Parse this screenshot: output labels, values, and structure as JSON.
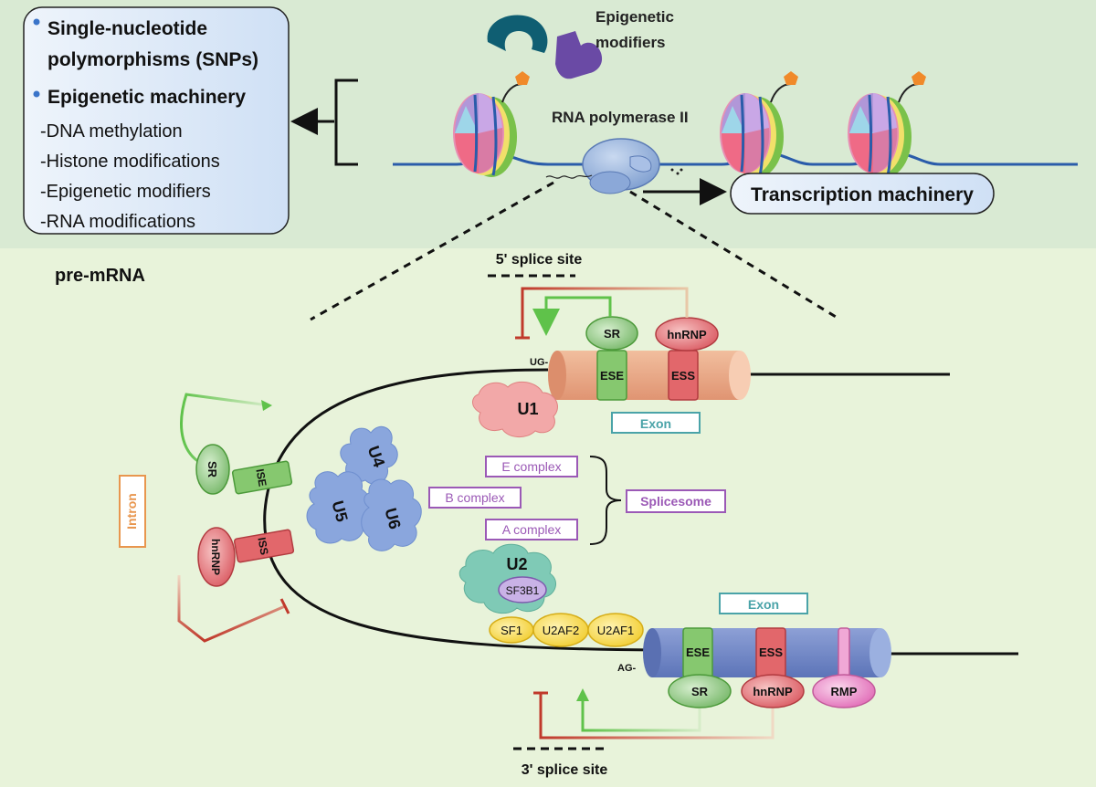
{
  "top_panel": {
    "summary_box": {
      "bullets": [
        "Single-nucleotide",
        "polymorphisms (SNPs)",
        "Epigenetic machinery"
      ],
      "items": [
        "-DNA methylation",
        "-Histone  modifications",
        "-Epigenetic modifiers",
        "-RNA modifications"
      ]
    },
    "epigenetic_modifiers_label": [
      "Epigenetic",
      "modifiers"
    ],
    "polymerase_label": "RNA polymerase II",
    "transcription_machinery_label": "Transcription machinery"
  },
  "bottom_panel": {
    "pre_mrna_label": "pre-mRNA",
    "five_prime_splice_site": "5' splice site",
    "three_prime_splice_site": "3' splice site",
    "upstream_exon": {
      "end_label": "UG-",
      "exon_label": "Exon",
      "ese": "ESE",
      "ess": "ESS",
      "sr": "SR",
      "hnrnp": "hnRNP"
    },
    "downstream_exon": {
      "end_label": "AG-",
      "exon_label": "Exon",
      "ese": "ESE",
      "ess": "ESS",
      "sr": "SR",
      "hnrnp": "hnRNP",
      "rmp": "RMP"
    },
    "intron": {
      "label": "Intron",
      "sr": "SR",
      "ise": "ISE",
      "hnrnp": "hnRNP",
      "iss": "ISS"
    },
    "snrnps": {
      "u1": "U1",
      "u2": "U2",
      "u4": "U4",
      "u5": "U5",
      "u6": "U6",
      "sf3b1": "SF3B1"
    },
    "factors": [
      "SF1",
      "U2AF2",
      "U2AF1"
    ],
    "complexes": {
      "e": "E complex",
      "b": "B complex",
      "a": "A complex",
      "spliceosome": "Splicesome"
    }
  },
  "colors": {
    "top_bg": "#d9ead3",
    "bottom_bg": "#e8f3da",
    "dna": "#2a5caa",
    "exon_orange": "#e8a889",
    "exon_blue": "#6f85c4",
    "sr_green": "#7bbf6a",
    "hnrnp_red": "#d9575f",
    "complex_purple": "#9b59b6",
    "exon_label_teal": "#4aa3a8",
    "intron_orange": "#e8964e",
    "factor_yellow": "#f5d848",
    "snrnp_blue": "#8aa6dd",
    "u1_pink": "#f2a8a8",
    "u2_teal": "#7fcab6"
  }
}
